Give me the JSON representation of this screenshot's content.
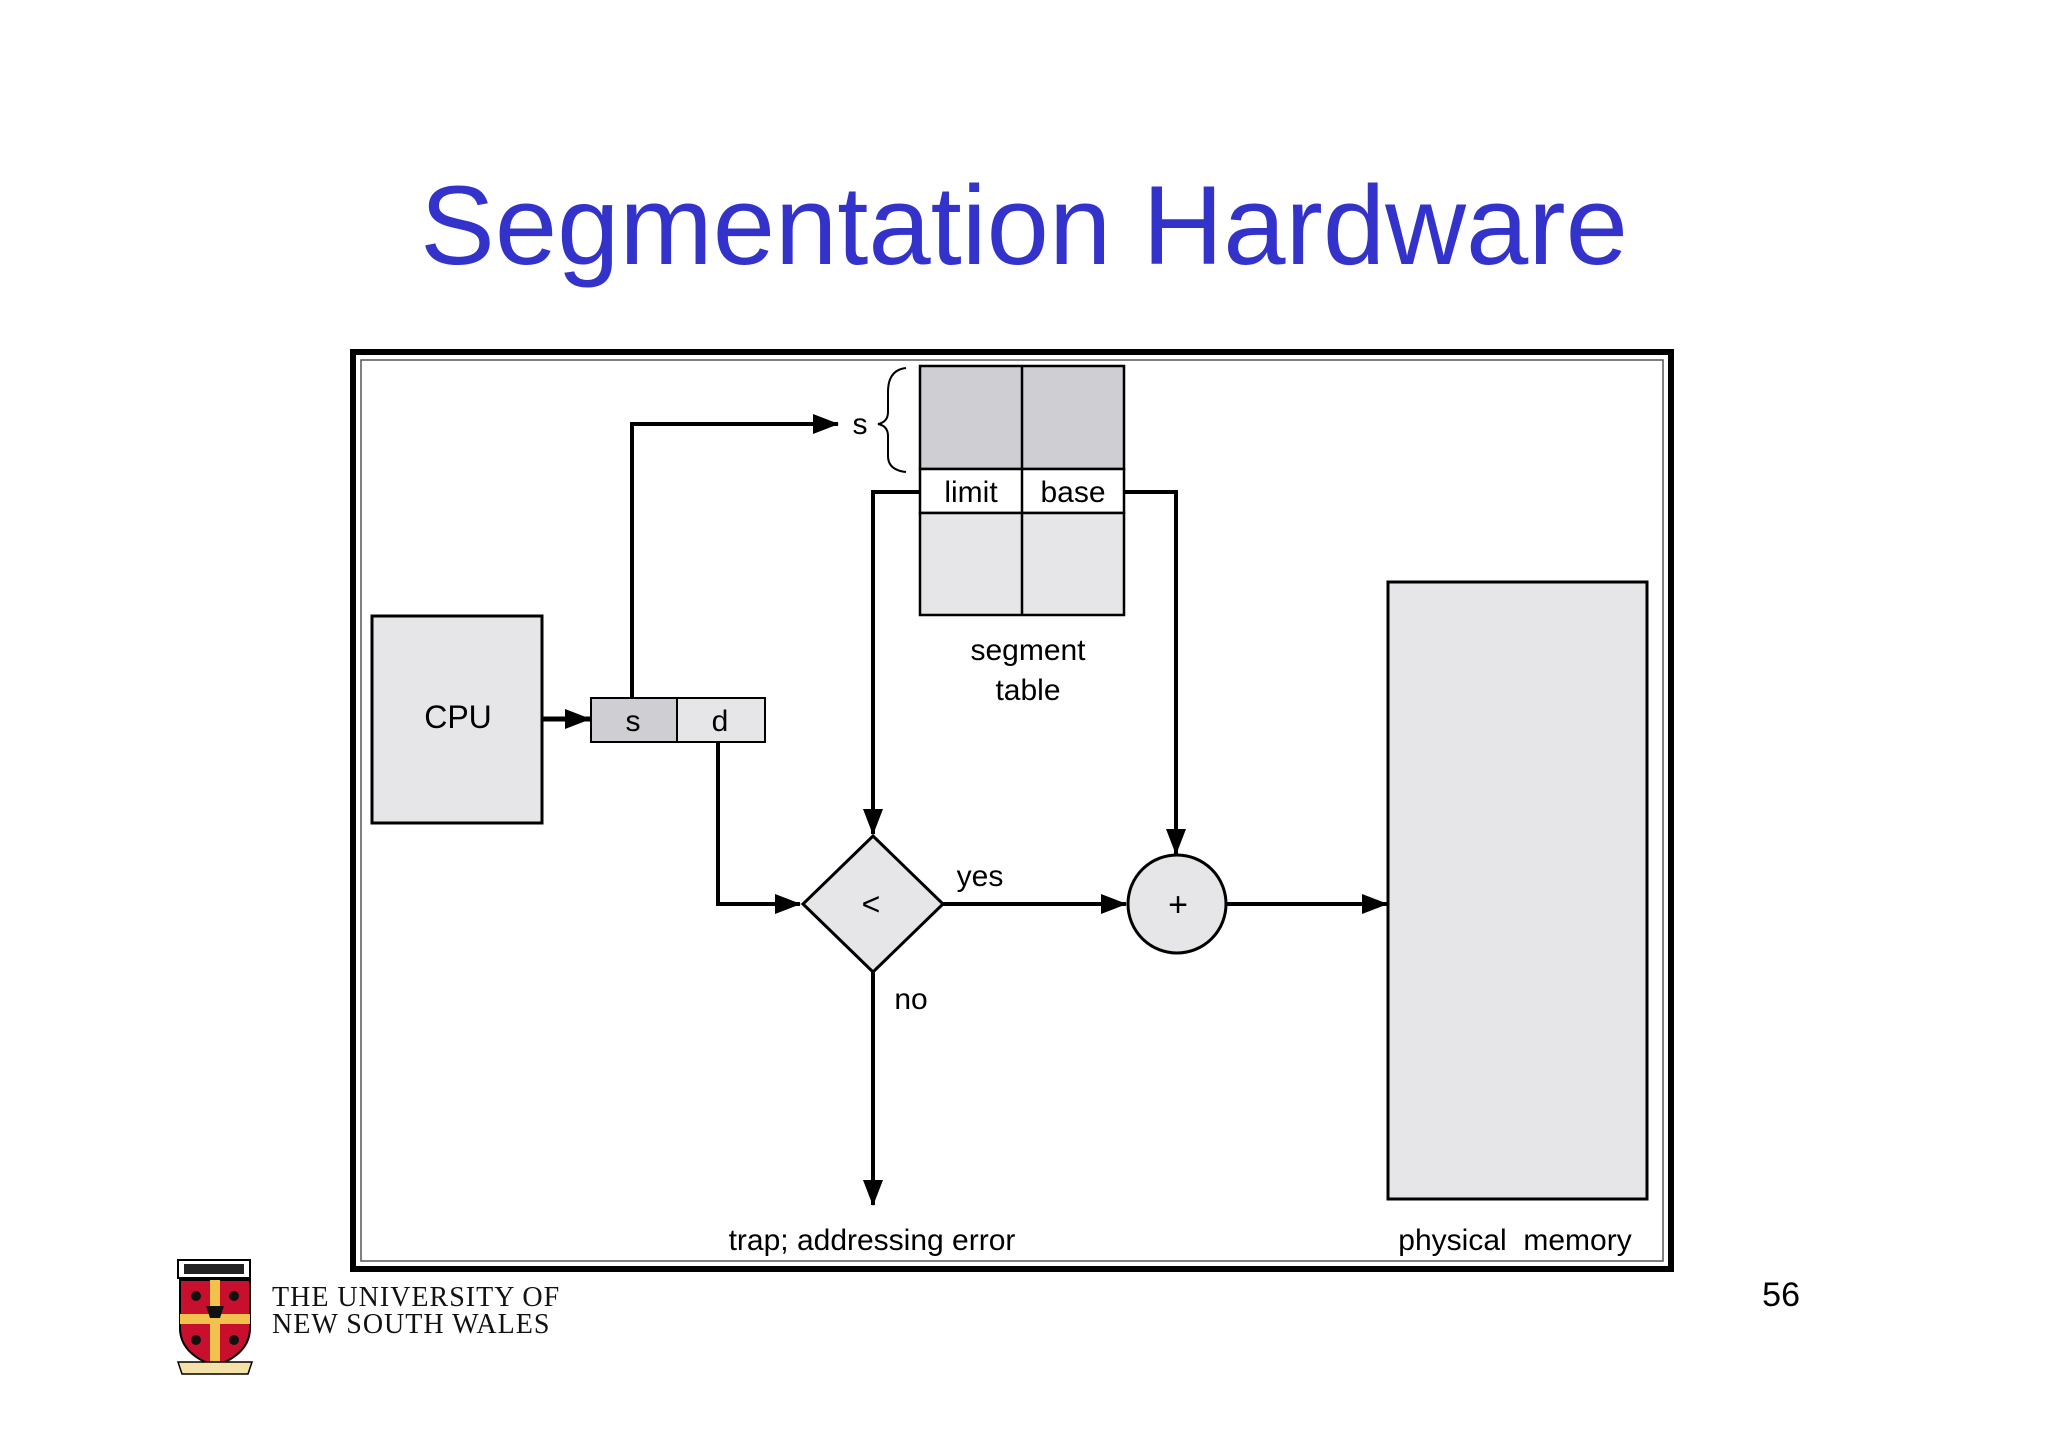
{
  "title": "Segmentation Hardware",
  "diagram": {
    "cpu_label": "CPU",
    "address_s": "s",
    "address_d": "d",
    "segment_index_label": "s",
    "limit_label": "limit",
    "base_label": "base",
    "segment_table_label_line1": "segment",
    "segment_table_label_line2": "table",
    "compare_symbol": "<",
    "yes_label": "yes",
    "no_label": "no",
    "adder_symbol": "+",
    "trap_label": "trap; addressing error",
    "physical_memory_label": "physical  memory"
  },
  "footer": {
    "university_line1": "THE UNIVERSITY OF",
    "university_line2": "NEW SOUTH WALES",
    "page_number": "56"
  },
  "colors": {
    "title": "#3333cc",
    "box_fill": "#e6e5e8",
    "box_fill_dark": "#cfced2"
  }
}
